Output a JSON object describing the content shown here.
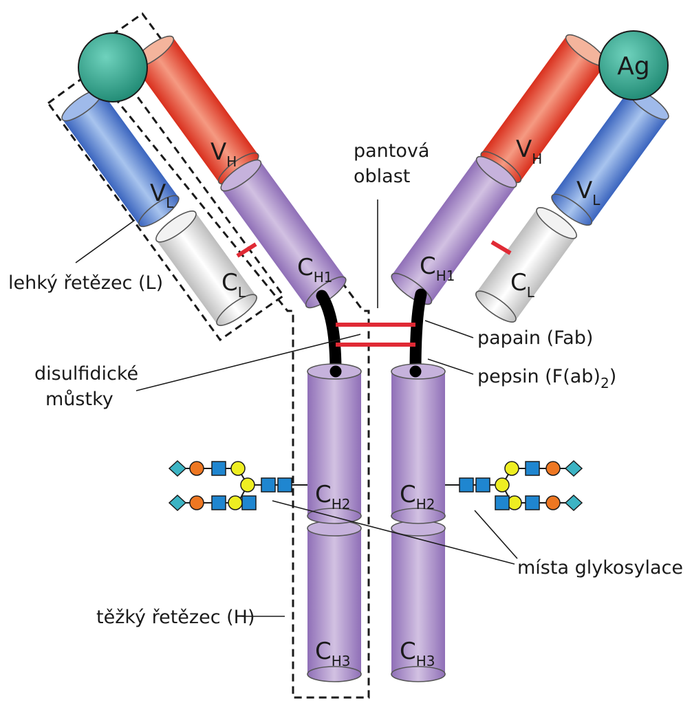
{
  "labels": {
    "light_chain": "lehký řetězec (L)",
    "heavy_chain": "těžký řetězec (H)",
    "hinge_line1": "pantová",
    "hinge_line2": "oblast",
    "papain": "papain (Fab)",
    "pepsin_main": "pepsin (F(ab)",
    "pepsin_sub": "2",
    "pepsin_close": ")",
    "disulfide_line1": "disulfidické",
    "disulfide_line2": "můstky",
    "glyco": "místa glykosylace",
    "antigen": "Ag"
  },
  "domains": {
    "VH": {
      "main": "V",
      "sub": "H"
    },
    "VL": {
      "main": "V",
      "sub": "L"
    },
    "CL": {
      "main": "C",
      "sub": "L"
    },
    "CH1": {
      "main": "C",
      "sub": "H1"
    },
    "CH2": {
      "main": "C",
      "sub": "H2"
    },
    "CH3": {
      "main": "C",
      "sub": "H3"
    }
  },
  "colors": {
    "vh": "#e8432f",
    "vl": "#4a7ad0",
    "cl": "#e2e2e2",
    "ch": "#a88bc6",
    "antigen": "#2a9c86",
    "disulfide": "#e02a35",
    "glycan_diamond": "#3cb4c4",
    "glycan_circle_orange": "#ee7722",
    "glycan_square": "#1f86d0",
    "glycan_circle_yellow": "#eeee22"
  }
}
